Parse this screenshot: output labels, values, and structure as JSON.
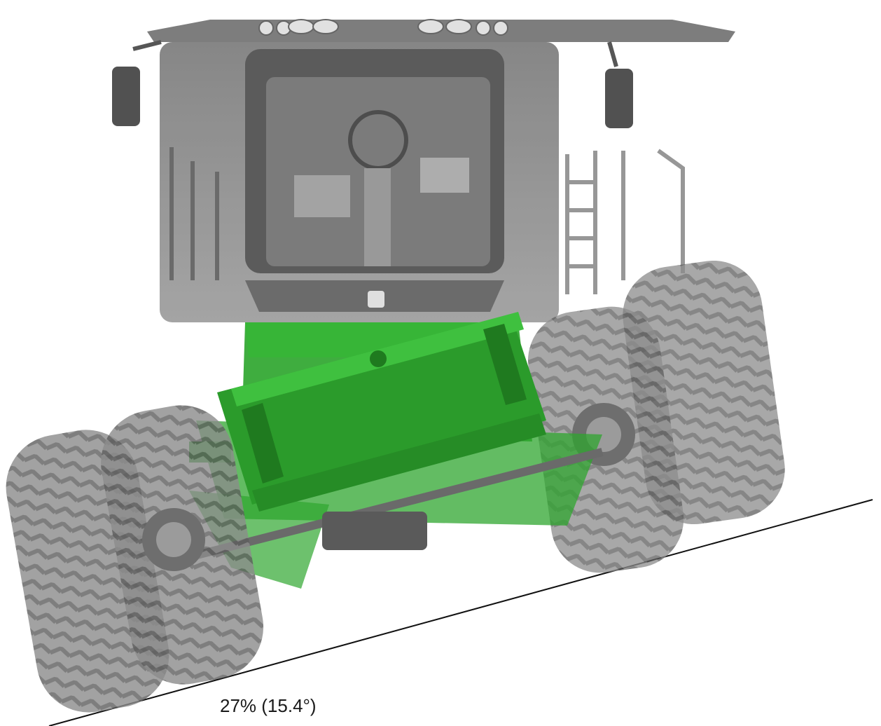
{
  "slope": {
    "label": "27% (15.4°)",
    "percent": 27,
    "degrees": 15.4
  },
  "colors": {
    "frame_green": "#2fa62f",
    "frame_green_dark": "#1f7a1f",
    "machine_gray": "#8a8a8a",
    "tire_gray": "#9a9a9a",
    "ground_line": "#111111"
  }
}
